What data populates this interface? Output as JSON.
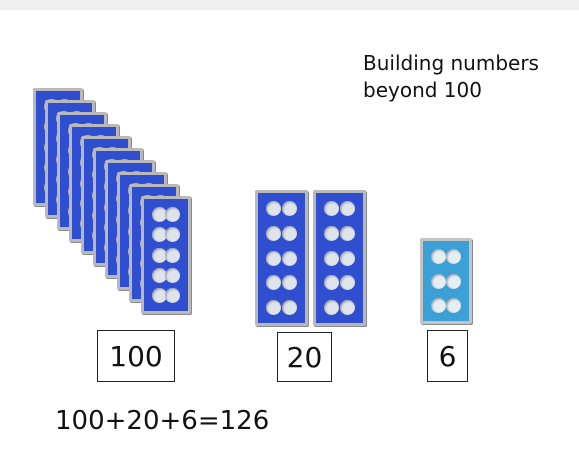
{
  "title": "Building numbers\nbeyond 100",
  "groups": [
    {
      "label": "100",
      "tiles": 10,
      "holes_per_tile": 10,
      "color": "#2f4fd0"
    },
    {
      "label": "20",
      "tiles": 2,
      "holes_per_tile": 10,
      "color": "#2f4fd0"
    },
    {
      "label": "6",
      "tiles": 1,
      "holes_per_tile": 6,
      "color": "#3aa0d6"
    }
  ],
  "equation": "100+20+6=126"
}
